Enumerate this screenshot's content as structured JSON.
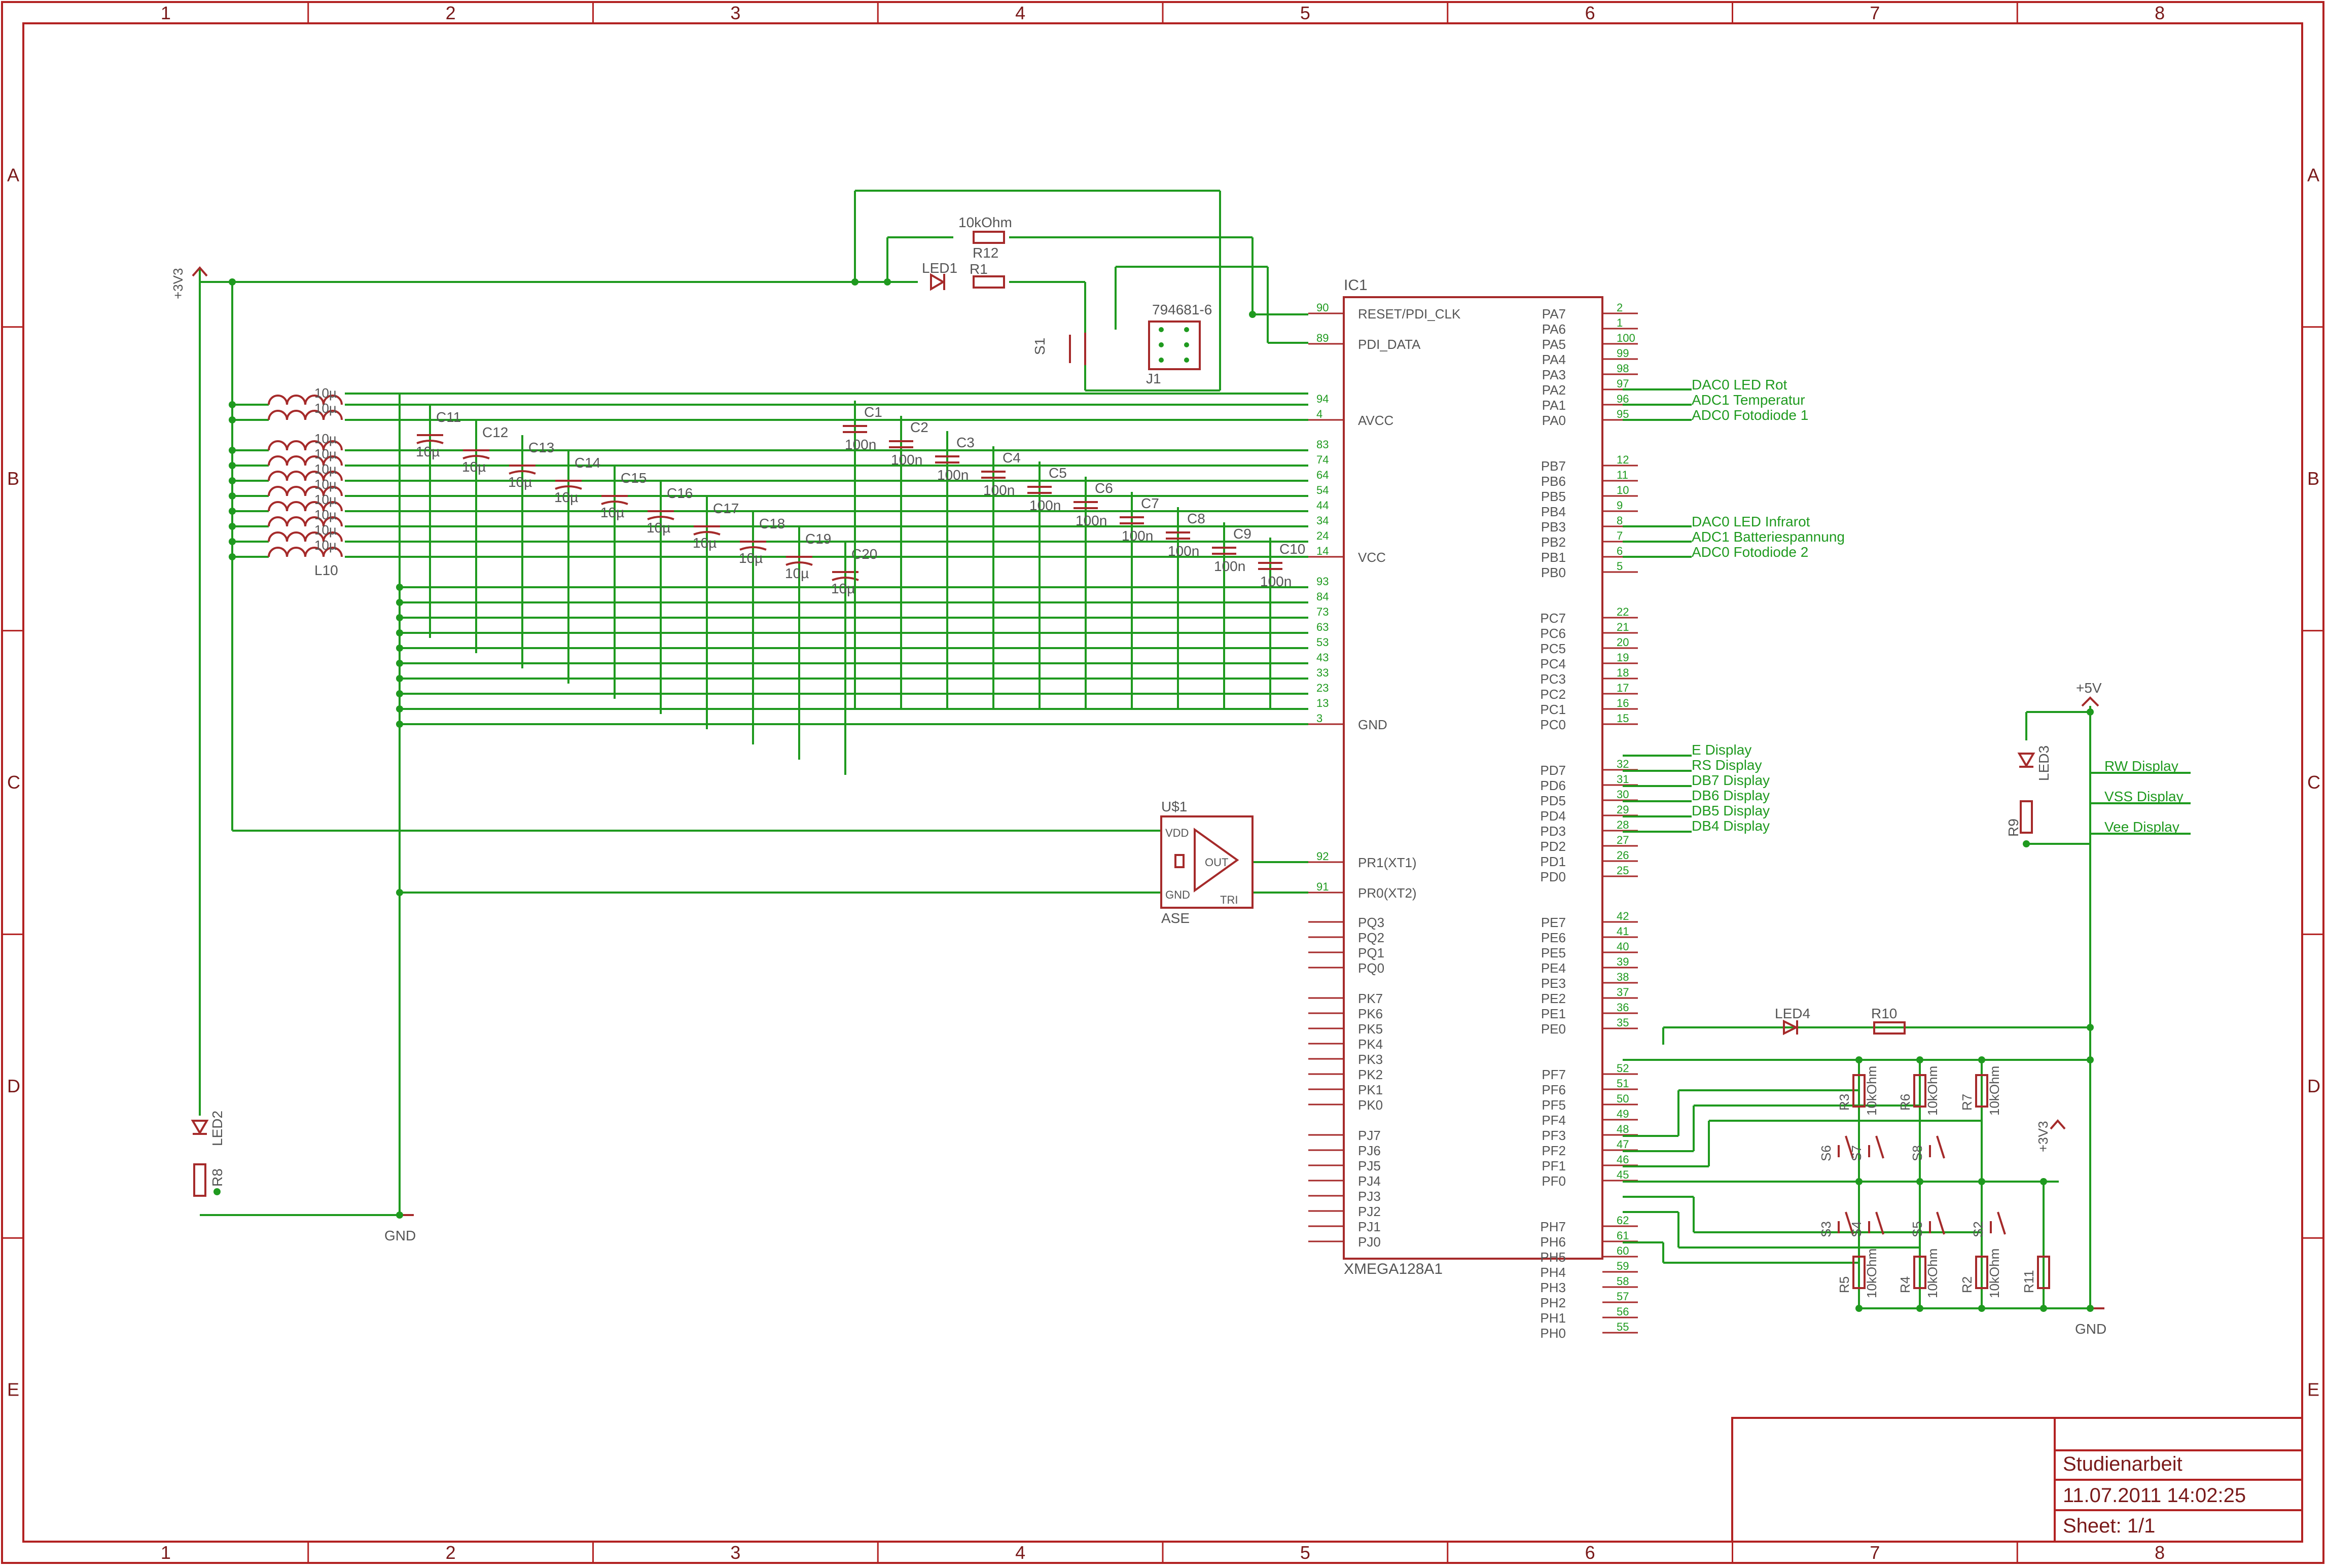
{
  "sheet": {
    "columns": [
      "1",
      "2",
      "3",
      "4",
      "5",
      "6",
      "7",
      "8"
    ],
    "rows": [
      "A",
      "B",
      "C",
      "D",
      "E"
    ]
  },
  "title_block": {
    "title": "Studienarbeit",
    "datetime": "11.07.2011 14:02:25",
    "sheet": "Sheet: 1/1"
  },
  "supply": {
    "v33": "+3V3",
    "v5": "+5V",
    "gnd": "GND"
  },
  "ic1": {
    "ref": "IC1",
    "part": "XMEGA128A1",
    "left_pins": [
      "RESET/PDI_CLK",
      "PDI_DATA",
      "AVCC",
      "VCC",
      "GND",
      "PR1(XT1)",
      "PR0(XT2)",
      "PQ3",
      "PQ2",
      "PQ1",
      "PQ0",
      "PK7",
      "PK6",
      "PK5",
      "PK4",
      "PK3",
      "PK2",
      "PK1",
      "PK0",
      "PJ7",
      "PJ6",
      "PJ5",
      "PJ4",
      "PJ3",
      "PJ2",
      "PJ1",
      "PJ0"
    ],
    "right_pins": [
      "PA7",
      "PA6",
      "PA5",
      "PA4",
      "PA3",
      "PA2",
      "PA1",
      "PA0",
      "PB7",
      "PB6",
      "PB5",
      "PB4",
      "PB3",
      "PB2",
      "PB1",
      "PB0",
      "PC7",
      "PC6",
      "PC5",
      "PC4",
      "PC3",
      "PC2",
      "PC1",
      "PC0",
      "PD7",
      "PD6",
      "PD5",
      "PD4",
      "PD3",
      "PD2",
      "PD1",
      "PD0",
      "PE7",
      "PE6",
      "PE5",
      "PE4",
      "PE3",
      "PE2",
      "PE1",
      "PE0",
      "PF7",
      "PF6",
      "PF5",
      "PF4",
      "PF3",
      "PF2",
      "PF1",
      "PF0",
      "PH7",
      "PH6",
      "PH5",
      "PH4",
      "PH3",
      "PH2",
      "PH1",
      "PH0"
    ],
    "right_pin_numbers": [
      "2",
      "1",
      "100",
      "99",
      "98",
      "97",
      "96",
      "95",
      "12",
      "11",
      "10",
      "9",
      "8",
      "7",
      "6",
      "5",
      "22",
      "21",
      "20",
      "19",
      "18",
      "17",
      "16",
      "15",
      "32",
      "31",
      "30",
      "29",
      "28",
      "27",
      "26",
      "25",
      "42",
      "41",
      "40",
      "39",
      "38",
      "37",
      "36",
      "35",
      "52",
      "51",
      "50",
      "49",
      "48",
      "47",
      "46",
      "45",
      "62",
      "61",
      "60",
      "59",
      "58",
      "57",
      "56",
      "55"
    ],
    "left_pin_numbers": [
      "90",
      "89",
      "94",
      "4",
      "83",
      "74",
      "64",
      "54",
      "44",
      "34",
      "24",
      "14",
      "93",
      "84",
      "73",
      "63",
      "53",
      "43",
      "33",
      "23",
      "13",
      "3",
      "92",
      "91"
    ]
  },
  "nets": {
    "PA2": "DAC0 LED Rot",
    "PA1": "ADC1 Temperatur",
    "PA0": "ADC0 Fotodiode 1",
    "PB2": "DAC0 LED Infrarot",
    "PB1": "ADC1 Batteriespannung",
    "PB0": "ADC0 Fotodiode 2",
    "PD5": "E Display",
    "PD4": "RS Display",
    "PD3": "DB7 Display",
    "PD2": "DB6 Display",
    "PD1": "DB5 Display",
    "PD0": "DB4 Display",
    "rw": "RW Display",
    "vss": "VSS Display",
    "vee": "Vee Display"
  },
  "components": {
    "r12": {
      "ref": "R12",
      "value": "10kOhm"
    },
    "r1": "R1",
    "led1": "LED1",
    "led2": "LED2",
    "led3": "LED3",
    "led4": "LED4",
    "r8": "R8",
    "r9": "R9",
    "r10": "R10",
    "s1": "S1",
    "j1": {
      "ref": "J1",
      "value": "794681-6"
    },
    "osc": {
      "ref": "U$1",
      "value": "ASE",
      "vdd": "VDD",
      "gnd": "GND",
      "out": "OUT",
      "tri": "TRI"
    },
    "inductors": [
      "10µ",
      "10µ",
      "10µ",
      "10µ",
      "10µ",
      "10µ",
      "10µ",
      "10µ",
      "10µ",
      "10µ"
    ],
    "l_last": "L10",
    "caps_10u": [
      {
        "ref": "C11",
        "value": "10µ"
      },
      {
        "ref": "C12",
        "value": "10µ"
      },
      {
        "ref": "C13",
        "value": "10µ"
      },
      {
        "ref": "C14",
        "value": "10µ"
      },
      {
        "ref": "C15",
        "value": "10µ"
      },
      {
        "ref": "C16",
        "value": "10µ"
      },
      {
        "ref": "C17",
        "value": "10µ"
      },
      {
        "ref": "C18",
        "value": "10µ"
      },
      {
        "ref": "C19",
        "value": "10µ"
      },
      {
        "ref": "C20",
        "value": "10µ"
      }
    ],
    "caps_100n": [
      {
        "ref": "C1",
        "value": "100n"
      },
      {
        "ref": "C2",
        "value": "100n"
      },
      {
        "ref": "C3",
        "value": "100n"
      },
      {
        "ref": "C4",
        "value": "100n"
      },
      {
        "ref": "C5",
        "value": "100n"
      },
      {
        "ref": "C6",
        "value": "100n"
      },
      {
        "ref": "C7",
        "value": "100n"
      },
      {
        "ref": "C8",
        "value": "100n"
      },
      {
        "ref": "C9",
        "value": "100n"
      },
      {
        "ref": "C10",
        "value": "100n"
      }
    ],
    "keypad_resistors": [
      {
        "ref": "R3",
        "value": "10kOhm"
      },
      {
        "ref": "R6",
        "value": "10kOhm"
      },
      {
        "ref": "R7",
        "value": "10kOhm"
      },
      {
        "ref": "R5",
        "value": "10kOhm"
      },
      {
        "ref": "R4",
        "value": "10kOhm"
      },
      {
        "ref": "R2",
        "value": "10kOhm"
      },
      {
        "ref": "R11",
        "value": ""
      }
    ],
    "switches": [
      "S6",
      "S7",
      "S8",
      "S3",
      "S4",
      "S5",
      "S2"
    ]
  },
  "colors": {
    "frame": "#b22222",
    "symbol": "#a52a2a",
    "wire": "#1f9a1f",
    "background": "#ffffff"
  }
}
